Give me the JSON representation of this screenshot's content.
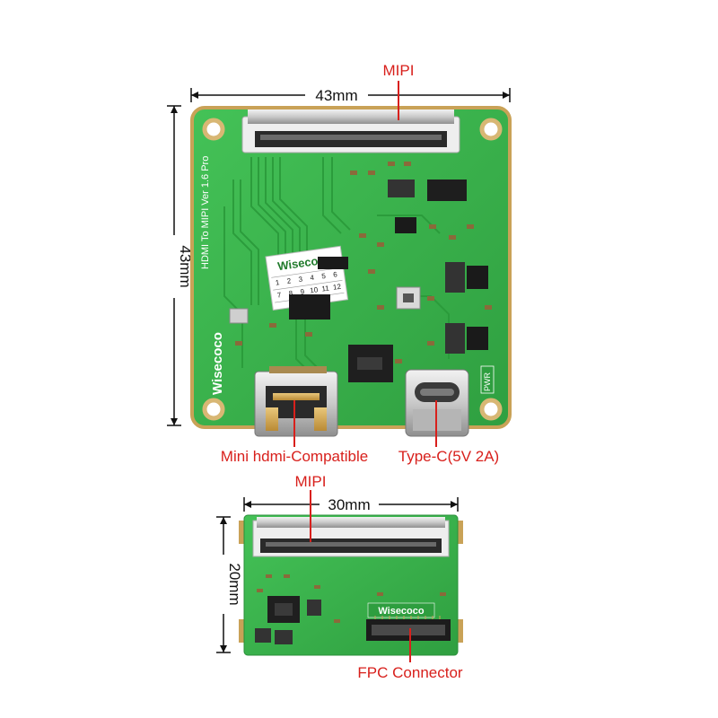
{
  "top_board": {
    "callouts": {
      "mipi": "MIPI",
      "hdmi": "Mini hdmi-Compatible",
      "typec": "Type-C(5V 2A)"
    },
    "dimensions": {
      "width": "43mm",
      "height": "43mm"
    },
    "silkscreen": {
      "version": "HDMI To MIPI Ver 1.6 Pro",
      "brand": "Wisecoco",
      "pwr": "PWR"
    },
    "label_sticker": {
      "brand": "Wisecoco",
      "numbers": [
        "1",
        "2",
        "3",
        "4",
        "5",
        "6",
        "7",
        "8",
        "9",
        "10",
        "11",
        "12"
      ]
    }
  },
  "bottom_board": {
    "callouts": {
      "mipi": "MIPI",
      "fpc": "FPC Connector"
    },
    "dimensions": {
      "width": "30mm",
      "height": "20mm"
    },
    "silkscreen": {
      "brand": "Wisecoco"
    }
  },
  "colors": {
    "pcb": "#37b54a",
    "callout": "#d8201c",
    "dimension_line": "#111111"
  }
}
